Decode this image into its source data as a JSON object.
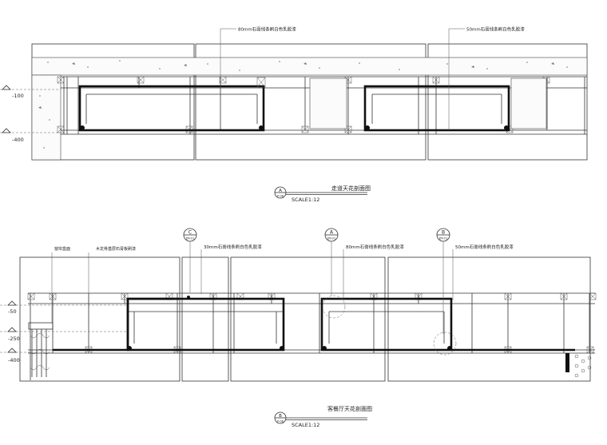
{
  "sectionA": {
    "callout1": "80mm石膏线条刷白色乳胶漆",
    "callout2": "50mm石膏线条刷白色乳胶漆",
    "levels": [
      "-100",
      "-400"
    ],
    "tag_letter": "A",
    "tag_sheet": "P-08",
    "title": "走道天花剖面图",
    "scale": "SCALE1:12"
  },
  "sectionB": {
    "callout_curtain": "窗帘盒面",
    "callout_wood": "木龙骨基层石膏板刷漆",
    "callout1": "30mm石膏线条刷白色乳胶漆",
    "callout2": "80mm石膏线条刷白色乳胶漆",
    "callout3": "50mm石膏线条刷白色乳胶漆",
    "levels": [
      "-50",
      "-250",
      "-400"
    ],
    "detail_tags": [
      {
        "letter": "C",
        "sheet": "DY-01"
      },
      {
        "letter": "A",
        "sheet": "DY-01"
      },
      {
        "letter": "B",
        "sheet": "DY-01"
      }
    ],
    "tag_letter": "B",
    "tag_sheet": "P-08",
    "title": "客餐厅天花剖面图",
    "scale": "SCALE1:12"
  }
}
